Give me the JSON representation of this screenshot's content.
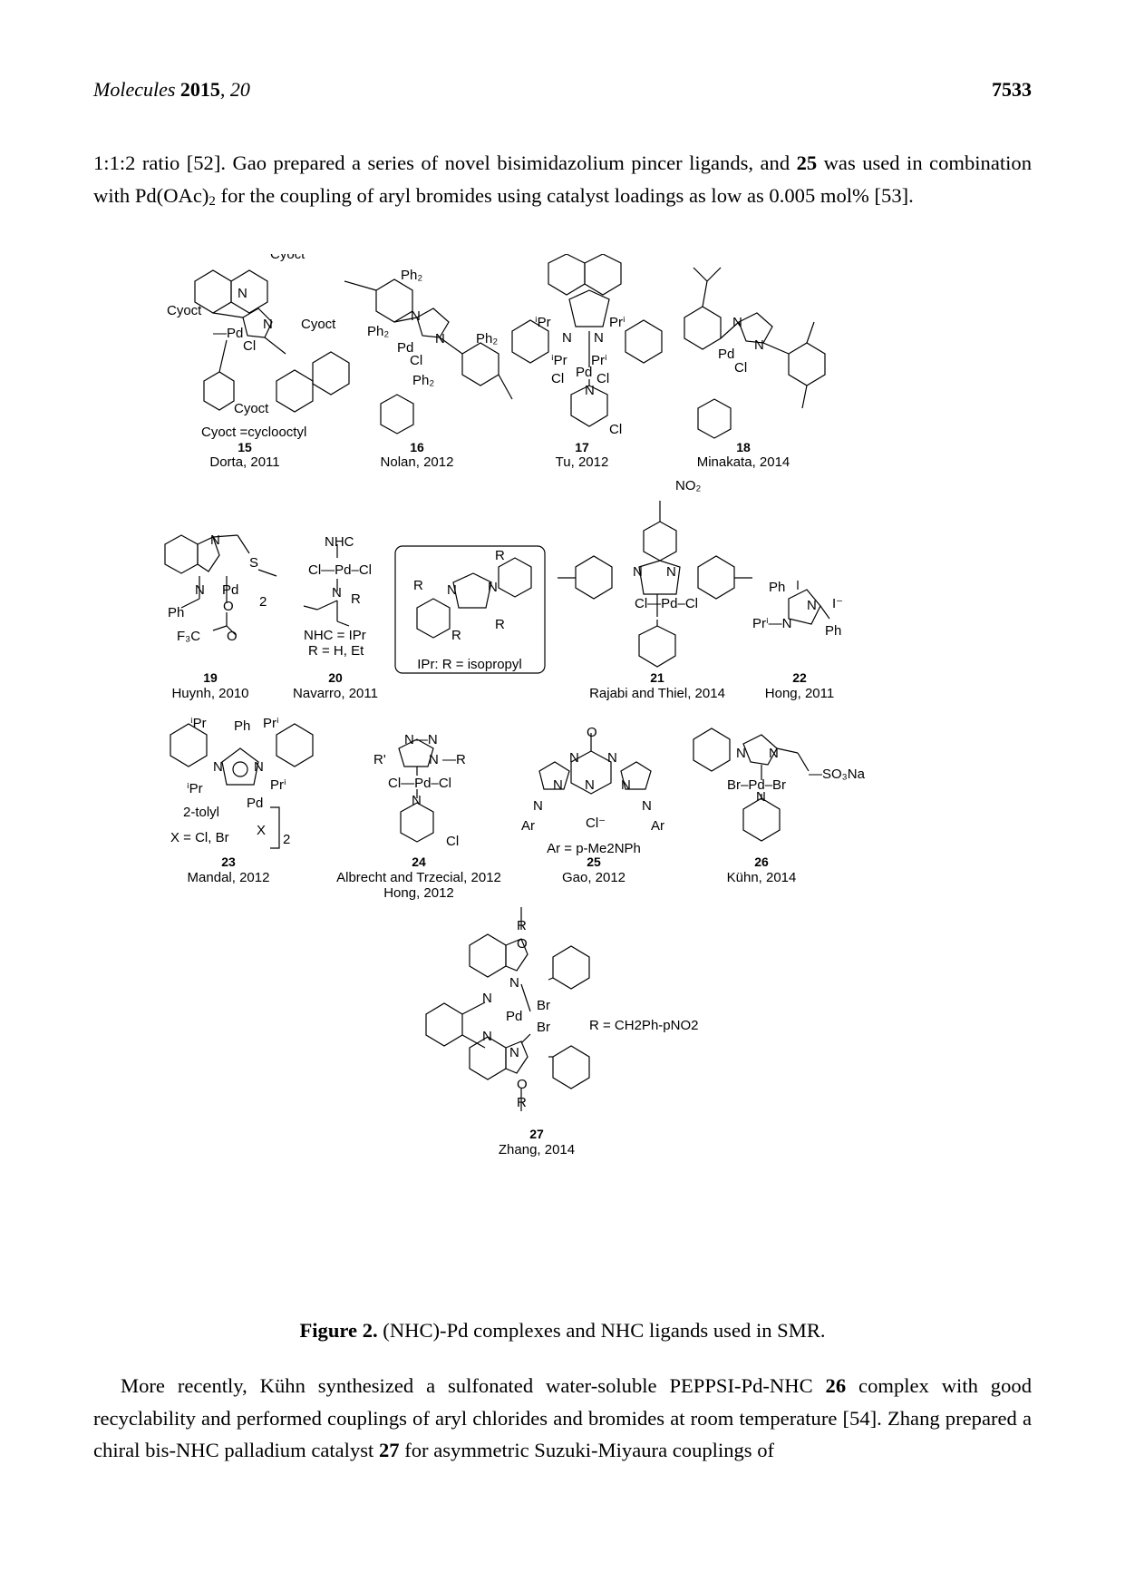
{
  "header": {
    "journal": "Molecules",
    "year": "2015",
    "volume": "20",
    "page": "7533"
  },
  "para1": {
    "t1": "1:1:2 ratio [52]. Gao prepared a series of novel bisimidazolium pincer ligands, and ",
    "b1": "25",
    "t2": " was used in combination with Pd(OAc)",
    "sub": "2",
    "t3": " for the coupling of aryl bromides using catalyst loadings as low as 0.005 mol% [53]."
  },
  "figure": {
    "caption_label": "Figure 2.",
    "caption_text": " (NHC)-Pd complexes and NHC ligands used in SMR.",
    "compounds": [
      {
        "num": "15",
        "author": "Dorta, 2011",
        "note": "Cyoct =cyclooctyl"
      },
      {
        "num": "16",
        "author": "Nolan, 2012"
      },
      {
        "num": "17",
        "author": "Tu, 2012"
      },
      {
        "num": "18",
        "author": "Minakata, 2014"
      },
      {
        "num": "19",
        "author": "Huynh, 2010"
      },
      {
        "num": "20",
        "author": "Navarro, 2011",
        "note1": "NHC =  IPr",
        "note2": "R = H, Et"
      },
      {
        "num": "IPr",
        "note": "IPr: R = isopropyl"
      },
      {
        "num": "21",
        "author": "Rajabi and Thiel, 2014"
      },
      {
        "num": "22",
        "author": "Hong, 2011"
      },
      {
        "num": "23",
        "author": "Mandal, 2012",
        "note1": "2-tolyl",
        "note2": "X = Cl, Br"
      },
      {
        "num": "24",
        "author": "Albrecht and Trzecial, 2012",
        "author2": "Hong, 2012"
      },
      {
        "num": "25",
        "author": "Gao, 2012",
        "note": "Ar = p-Me2NPh"
      },
      {
        "num": "26",
        "author": "Kühn, 2014"
      },
      {
        "num": "27",
        "author": "Zhang, 2014",
        "note": "R = CH2Ph-pNO2"
      }
    ]
  },
  "para2": {
    "t1": "More recently, Kühn synthesized a sulfonated water-soluble PEPPSI-Pd-NHC ",
    "b1": "26",
    "t2": " complex with good recyclability and performed couplings of aryl chlorides and bromides at room temperature [54]. Zhang prepared a chiral bis-NHC palladium catalyst ",
    "b2": "27",
    "t3": " for asymmetric Suzuki-Miyaura couplings of"
  }
}
